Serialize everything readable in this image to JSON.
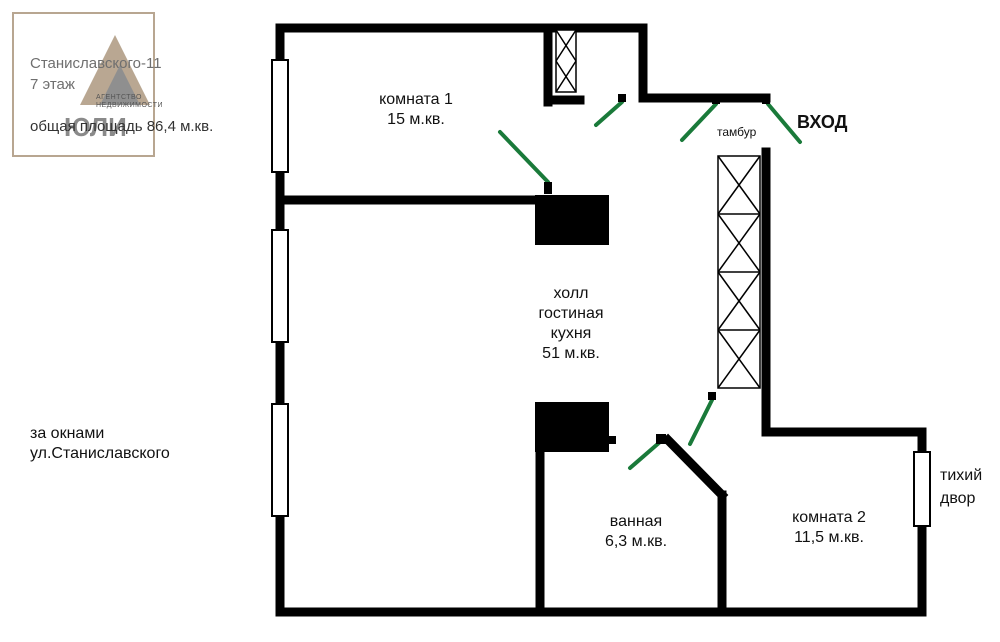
{
  "logo": {
    "agency_line1": "АГЕНТСТВО",
    "agency_line2": "НЕДВИЖИМОСТИ",
    "brand": "ЮЛИ",
    "address": "Станиславского-11",
    "floor": "7 этаж",
    "total_area": "общая площадь 86,4 м.кв."
  },
  "rooms": {
    "room1_name": "комната 1",
    "room1_area": "15 м.кв.",
    "hall_line1": "холл",
    "hall_line2": "гостиная",
    "hall_line3": "кухня",
    "hall_area": "51 м.кв.",
    "bath_name": "ванная",
    "bath_area": "6,3 м.кв.",
    "room2_name": "комната 2",
    "room2_area": "11,5 м.кв."
  },
  "annotations": {
    "tambur": "тамбур",
    "entrance": "вход",
    "outside_left_1": "за окнами",
    "outside_left_2": "ул.Станиславского",
    "outside_right_1": "тихий",
    "outside_right_2": "двор"
  },
  "colors": {
    "wall": "#000000",
    "door": "#1a7a3a",
    "logo_frame": "#b8a691"
  }
}
